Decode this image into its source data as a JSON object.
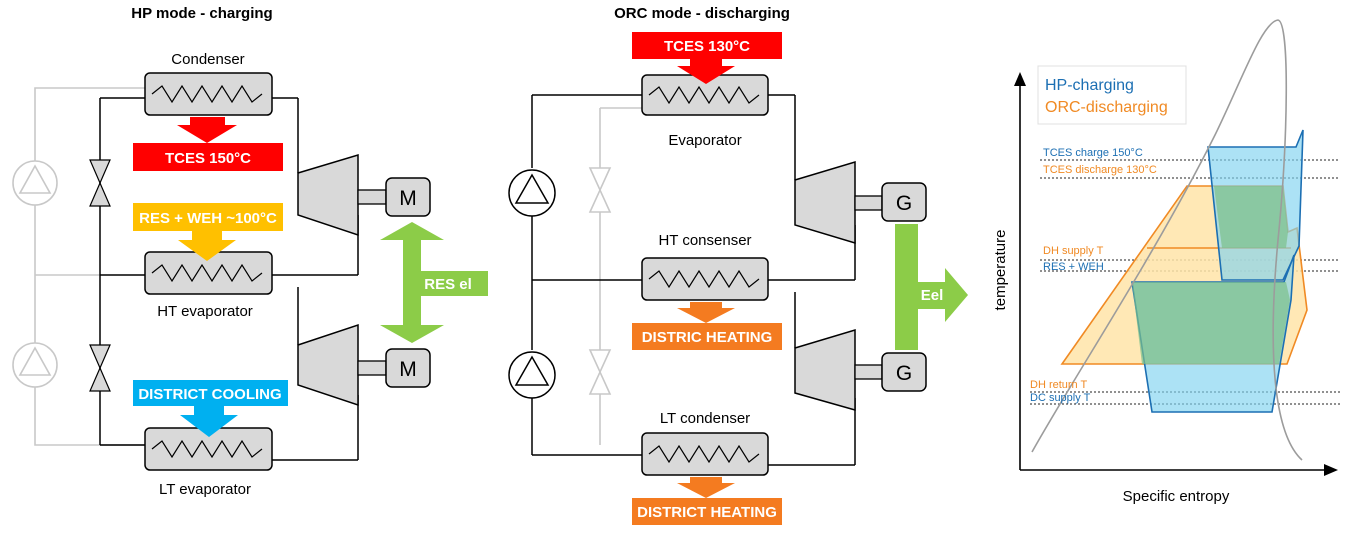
{
  "hp": {
    "title": "HP mode - charging",
    "condenser": "Condenser",
    "ht_evaporator": "HT evaporator",
    "lt_evaporator": "LT evaporator",
    "tces_box": "TCES 150°C",
    "res_box": "RES + WEH ~100°C",
    "cooling_box": "DISTRICT COOLING",
    "motor_top": "M",
    "motor_bottom": "M",
    "res_el": "RES el"
  },
  "orc": {
    "title": "ORC mode - discharging",
    "evaporator": "Evaporator",
    "ht_condenser": "HT consenser",
    "lt_condenser": "LT condenser",
    "tces_box": "TCES 130°C",
    "heating_box_top": "DISTRIC HEATING",
    "heating_box_bottom": "DISTRICT HEATING",
    "gen_top": "G",
    "gen_bottom": "G",
    "eel": "Eel"
  },
  "ts": {
    "legend_hp": "HP-charging",
    "legend_orc": "ORC-discharging",
    "x_axis": "Specific entropy",
    "y_axis": "temperature",
    "tces_charge": "TCES charge 150°C",
    "tces_discharge": "TCES discharge 130°C",
    "dh_supply": "DH supply T",
    "res_weh": "RES + WEH",
    "dh_return": "DH return T",
    "dc_supply": "DC supply T"
  },
  "colors": {
    "red": "#ff0000",
    "yellow": "#ffc000",
    "blue": "#00b0f0",
    "orange": "#f47b20",
    "green": "#8ccc48",
    "hp_blue": "#1c6fb3",
    "orc_orange": "#f08a24"
  }
}
